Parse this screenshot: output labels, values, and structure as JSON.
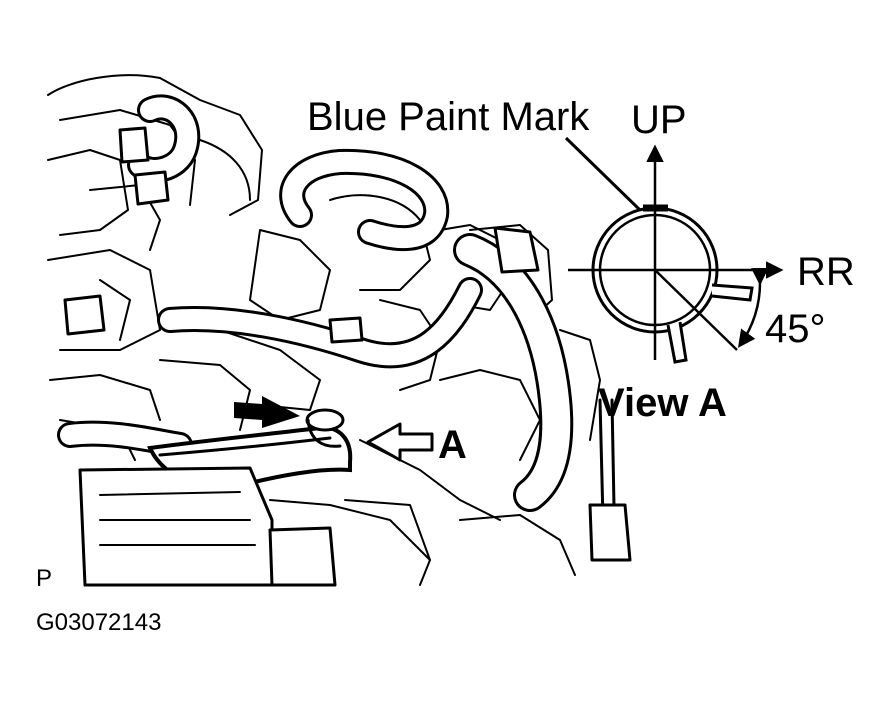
{
  "labels": {
    "paint_mark": "Blue Paint Mark",
    "up": "UP",
    "rear": "RR",
    "angle": "45°",
    "view_title": "View A",
    "view_ref": "A",
    "figure_code": "P",
    "figure_id": "G03072143"
  }
}
